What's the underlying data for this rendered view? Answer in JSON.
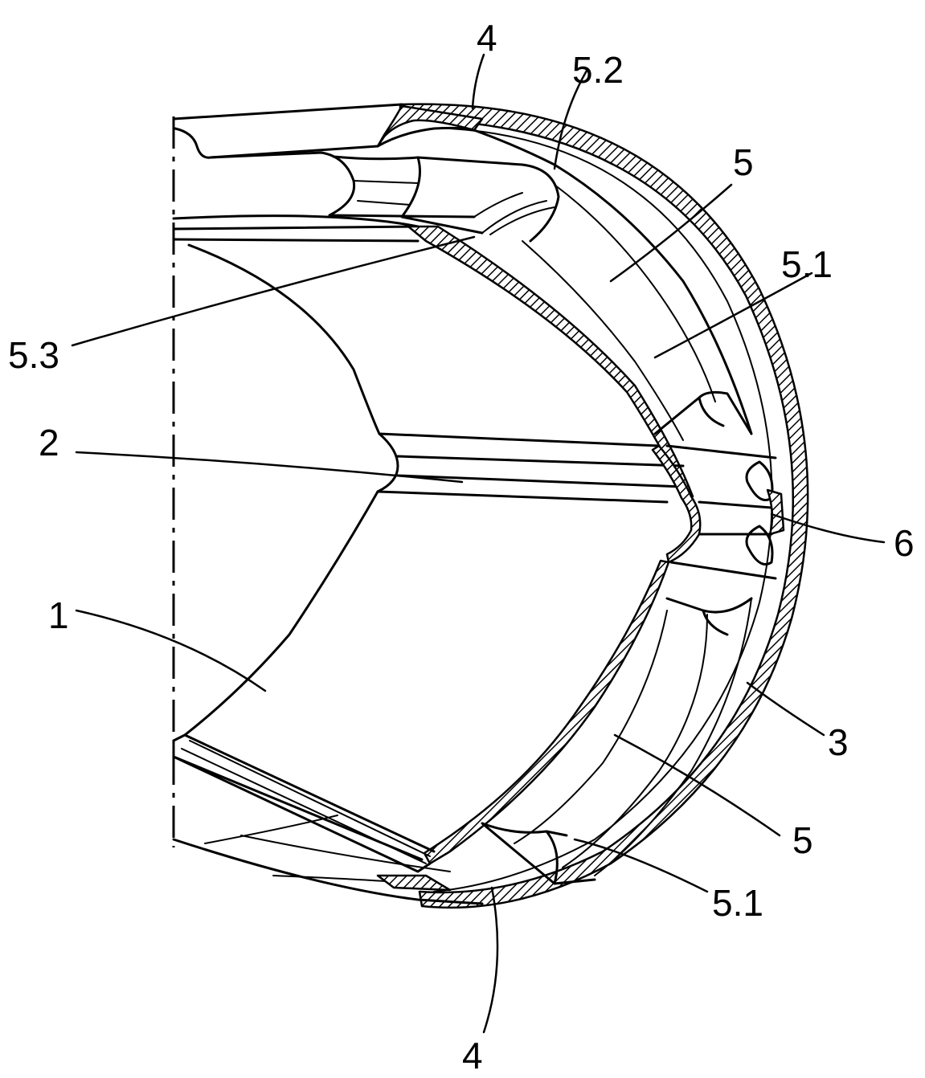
{
  "labels": {
    "l4_top": "4",
    "l5_2": "5.2",
    "l5_top": "5",
    "l5_1_top": "5.1",
    "l5_3": "5.3",
    "l2": "2",
    "l6": "6",
    "l1": "1",
    "l3": "3",
    "l5_bottom": "5",
    "l5_1_bottom": "5.1",
    "l4_bottom": "4"
  },
  "colors": {
    "line": "#000000",
    "background": "#ffffff"
  }
}
